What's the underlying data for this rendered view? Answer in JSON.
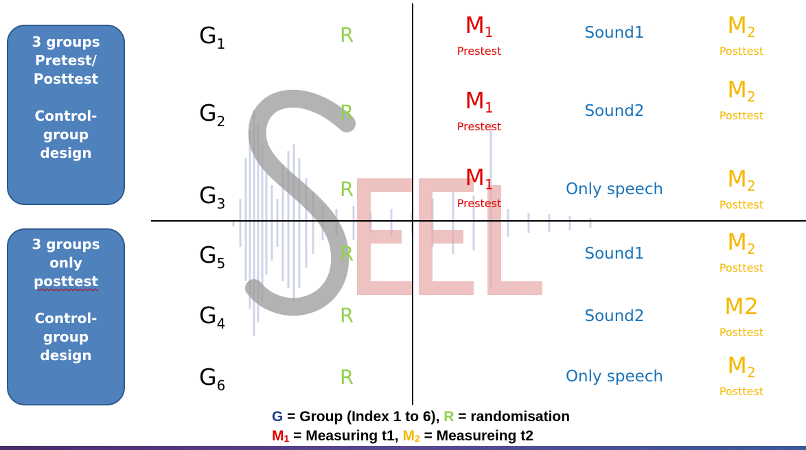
{
  "colors": {
    "side_box": "#4f81bd",
    "group": "#000000",
    "randomisation": "#92d050",
    "pretest": "#e00000",
    "treatment": "#1a73b8",
    "posttest": "#f5b800",
    "legend_g": "#1f3f8f"
  },
  "side_boxes": [
    {
      "lines": [
        "3 groups",
        "Pretest/",
        "Posttest",
        "",
        "Control-",
        "group",
        "design"
      ]
    },
    {
      "lines": [
        "3 groups",
        "only",
        "posttest",
        "",
        "Control-",
        "group",
        "design"
      ]
    }
  ],
  "rows": [
    {
      "g_letter": "G",
      "g_index": "1",
      "r": "R",
      "m1": "M",
      "m1_index": "1",
      "m1_label": "Prestest",
      "treatment": "Sound1",
      "m2": "M",
      "m2_index": "2",
      "m2_label": "Posttest"
    },
    {
      "g_letter": "G",
      "g_index": "2",
      "r": "R",
      "m1": "M",
      "m1_index": "1",
      "m1_label": "Prestest",
      "treatment": "Sound2",
      "m2": "M",
      "m2_index": "2",
      "m2_label": "Posttest"
    },
    {
      "g_letter": "G",
      "g_index": "3",
      "r": "R",
      "m1": "M",
      "m1_index": "1",
      "m1_label": "Prestest",
      "treatment": "Only speech",
      "m2": "M",
      "m2_index": "2",
      "m2_label": "Posttest"
    },
    {
      "g_letter": "G",
      "g_index": "5",
      "r": "R",
      "treatment": "Sound1",
      "m2": "M",
      "m2_index": "2",
      "m2_label": "Posttest"
    },
    {
      "g_letter": "G",
      "g_index": "4",
      "r": "R",
      "treatment": "Sound2",
      "m2": "M2",
      "m2_index": "",
      "m2_label": "Posttest"
    },
    {
      "g_letter": "G",
      "g_index": "6",
      "r": "R",
      "treatment": "Only speech",
      "m2": "M",
      "m2_index": "2",
      "m2_label": "Posttest"
    }
  ],
  "legend": {
    "line1": {
      "g": "G",
      "g_text": " = Group (Index 1 to 6), ",
      "r": "R",
      "r_text": " = randomisation"
    },
    "line2": {
      "m1": "M",
      "m1_index": "1",
      "m1_text": " = Measuring t1, ",
      "m2": "M",
      "m2_index": "2",
      "m2_text": " = Measureing t2"
    }
  },
  "watermark": {
    "letters": [
      "S",
      "E",
      "E",
      "L"
    ]
  }
}
